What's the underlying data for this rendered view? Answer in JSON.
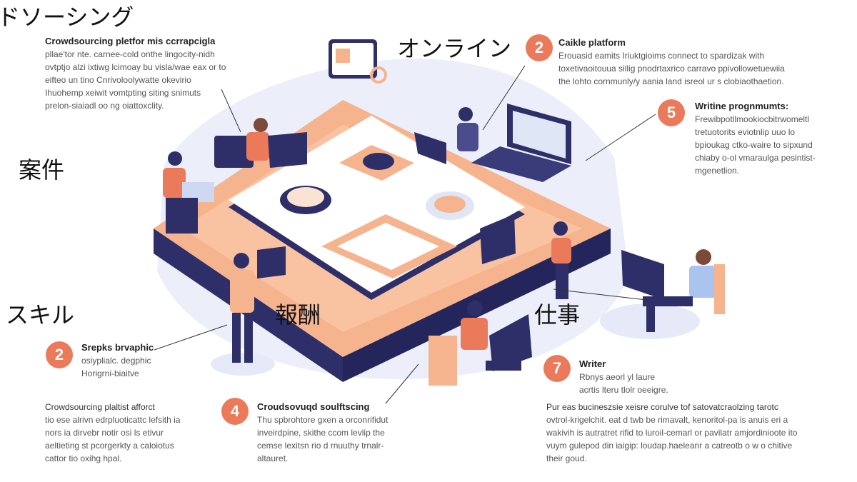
{
  "labels": {
    "top_left": "ドソーシング",
    "online": "オンライン",
    "projects": "案件",
    "skills": "スキル",
    "reward": "報酬",
    "work": "仕事"
  },
  "blocks": {
    "intro": {
      "title": "Crowdsourcing pletfor mis ccrrapcigla",
      "lines": [
        "pllae'tor nte. carnee-cold onthe lingocity-nidh",
        "ovtptjo alzi ixtiwg lcimoay bu visla/wae eax or to",
        "eifteo un tino Cnrivoloolywatte okevirio",
        "Ihuohemp xeiwit vomtpting siting snimuts",
        "prelon-siaiadl oo ng oiattoxclity."
      ]
    },
    "b2a": {
      "number": "2",
      "title": "Caikle platform",
      "lines": [
        "Erouasid eamits Iriuktgioims connect to spardizak with",
        "toxetivaoitouua sillig pnodrtaxrico carravo ppivollowetuewiia",
        "the lohto cornmunly/y aania land isreol ur s clobiaothaetion."
      ]
    },
    "b5": {
      "number": "5",
      "title": "Writine prognmumts:",
      "lines": [
        "Frewibpotllmookiocbitrwomeltl",
        "tretuotorits eviotnlip uuo lo",
        "bpioukag ctko-waire to sipxund",
        "chiaby o-ol vmaraulga pesintist-",
        "mgenetlion."
      ]
    },
    "b2b": {
      "number": "2",
      "title": "Srepks brvaphic",
      "lines": [
        "osiyplialc. degphic",
        "Horigrni-biaitve"
      ]
    },
    "para_left": {
      "lines": [
        "Crowdsourcing plaltist afforct",
        "tio ese alrivn edrpluoticattc lefsith ia",
        "nors ia dirvebr notir osi ls etivur",
        "aeltieting st pcorgerkty a caloiotus",
        "cattor tio oxihg hpal."
      ]
    },
    "b4": {
      "number": "4",
      "title": "Croudsovuqd soulftscing",
      "lines": [
        "Thu spbrohtore gxen a orconrifidut",
        "inveirdpine, skithe ccom levlip the",
        "cemse lexitsn rio d rnuuthy trnalr-",
        "altauret."
      ]
    },
    "b7": {
      "number": "7",
      "title": "Writer",
      "lines": [
        "Rbnys aeorl yl laure",
        "acrtis lteru tlolr oeeigre."
      ]
    },
    "para_right": {
      "lines": [
        "Pur eas bucineszsie xeisre corulve tof satovatcraolzing tarotc",
        "ovtrol-krigelchit. eat d twb be rimavalt, kenoritol-pa is anuis eri a",
        "wakivih is autratret rifid to luroil-cemarl or pavilatr amjordinioote ito",
        "vuym gulepod din iaigip: loudap.haeleanr a catreotb o w o chitive",
        "their goud."
      ]
    }
  },
  "colors": {
    "accent": "#ea7a5a",
    "orange": "#f6b48e",
    "navy": "#2e2f68",
    "backdrop": "#e6eaf8"
  }
}
